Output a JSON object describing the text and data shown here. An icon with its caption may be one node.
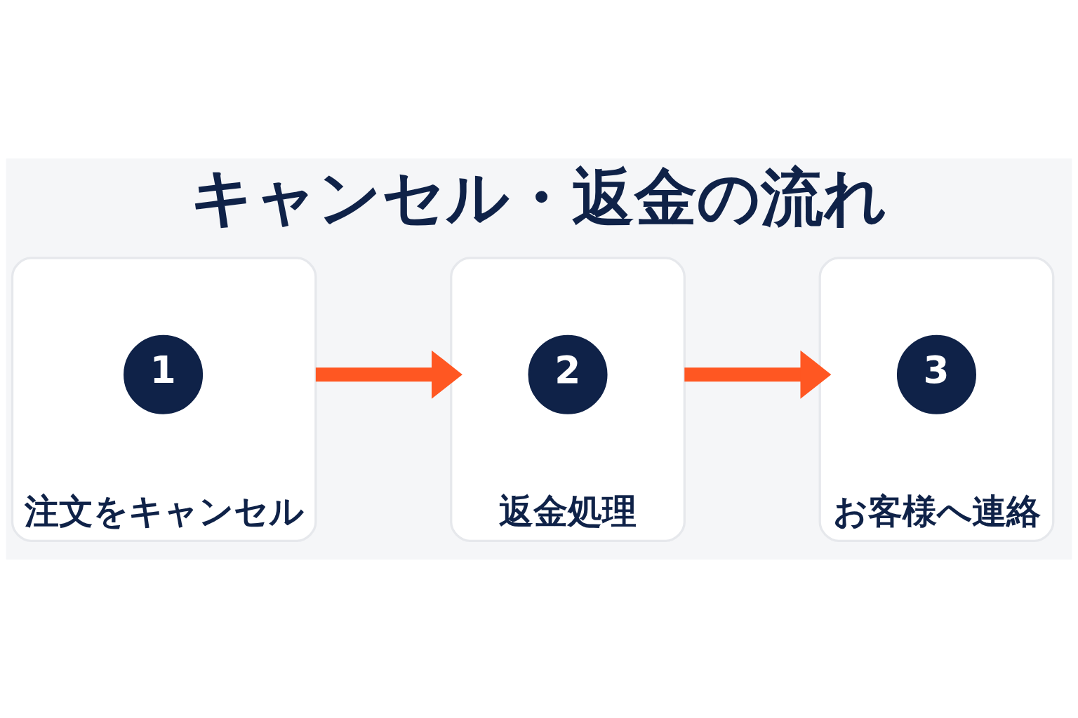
{
  "diagram": {
    "title": "キャンセル・返金の流れ",
    "nodes": [
      {
        "text": [
          "注文をキャンセル"
        ]
      },
      {
        "text": [
          "1"
        ],
        "in": 0
      },
      {
        "text": [
          "返金処理"
        ]
      },
      {
        "text": [
          "2"
        ],
        "in": 2
      },
      {
        "text": [
          "お客様へ連絡"
        ]
      },
      {
        "text": [
          "3"
        ],
        "in": 4
      }
    ],
    "edges": [
      {
        "from": 0,
        "to": 2,
        "arrow": "to"
      },
      {
        "from": 2,
        "to": 4,
        "arrow": "to"
      }
    ]
  }
}
